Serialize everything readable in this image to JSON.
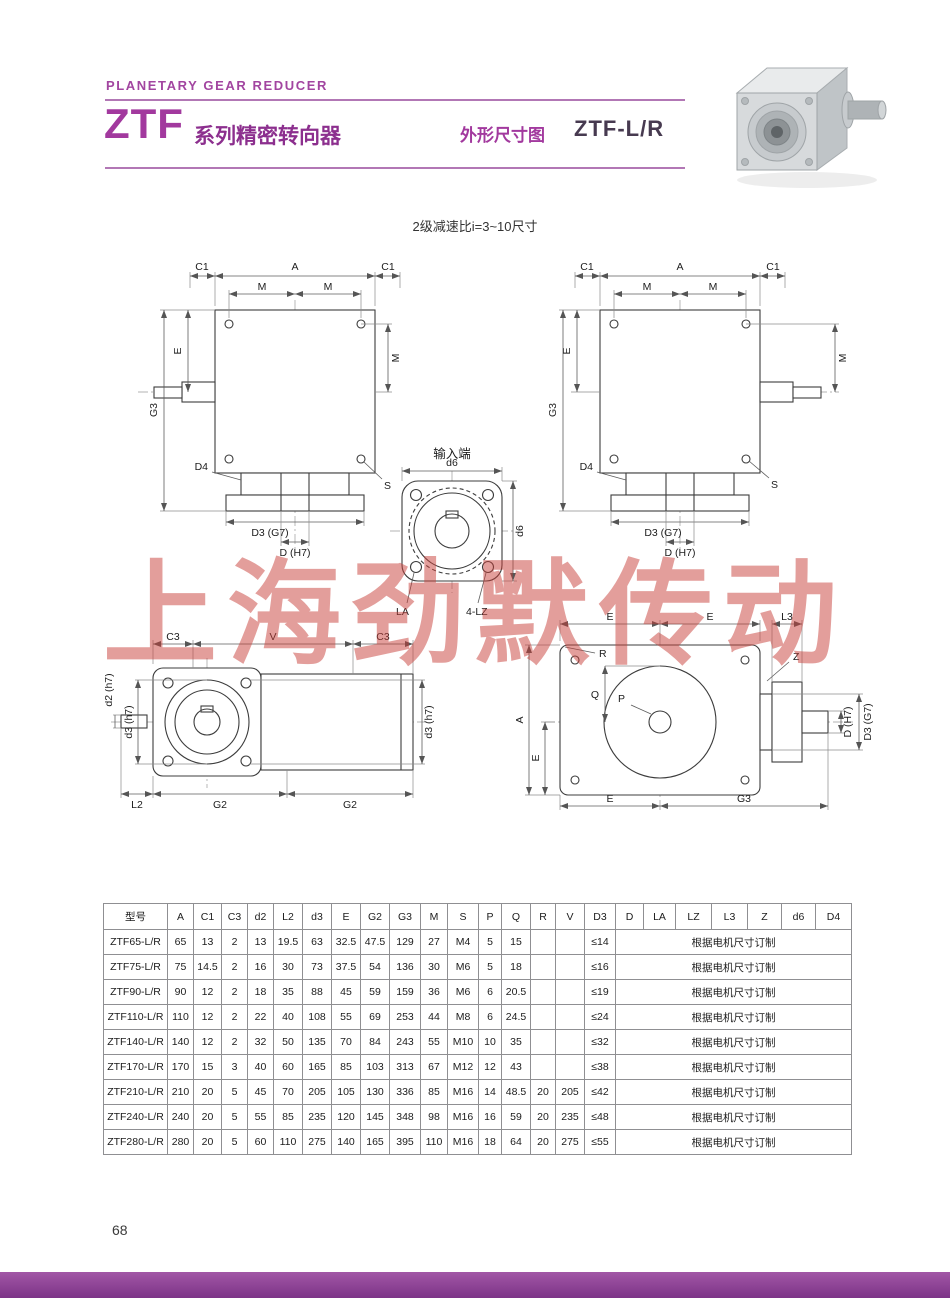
{
  "colors": {
    "accent": "#a2399e",
    "accent_dark": "#8c2f8e",
    "watermark_red": "#c73e37",
    "footer_bar": "#7c3387"
  },
  "header": {
    "eyebrow": "PLANETARY GEAR REDUCER",
    "series": "ZTF",
    "series_suffix": "系列精密转向器",
    "dim_diagram_label": "外形尺寸图",
    "model_code": "ZTF-L/R"
  },
  "note": "2级减速比i=3~10尺寸",
  "watermark": "上海劲默传动",
  "drawings": {
    "front_view": {
      "c1_left": "C1",
      "a": "A",
      "c1_right": "C1",
      "m_left": "M",
      "m_right": "M",
      "m_side": "M",
      "e": "E",
      "g3": "G3",
      "d4": "D4",
      "s": "S",
      "d3_g7": "D3 (G7)",
      "d_h7": "D (H7)"
    },
    "input_view": {
      "title": "输入端",
      "d6_top": "d6",
      "d6_right": "d6",
      "la": "LA",
      "lz": "4-LZ"
    },
    "bottom_view": {
      "c3_left": "C3",
      "v": "V",
      "c3_right": "C3",
      "d2_h7": "d2 (h7)",
      "d3_h7_left": "d3 (h7)",
      "d3_h7_right": "d3 (h7)",
      "l2": "L2",
      "g2_left": "G2",
      "g2_right": "G2"
    },
    "side_view": {
      "e_top_left": "E",
      "e_top_right": "E",
      "l3": "L3",
      "z": "Z",
      "r": "R",
      "p": "P",
      "q": "Q",
      "a": "A",
      "e_left": "E",
      "d_h7": "D (H7)",
      "d3_g7": "D3 (G7)",
      "e_bottom": "E",
      "g3": "G3"
    }
  },
  "table": {
    "headers": [
      "型号",
      "A",
      "C1",
      "C3",
      "d2",
      "L2",
      "d3",
      "E",
      "G2",
      "G3",
      "M",
      "S",
      "P",
      "Q",
      "R",
      "V",
      "D3",
      "D",
      "LA",
      "LZ",
      "L3",
      "Z",
      "d6",
      "D4"
    ],
    "rows": [
      [
        "ZTF65-L/R",
        "65",
        "13",
        "2",
        "13",
        "19.5",
        "63",
        "32.5",
        "47.5",
        "129",
        "27",
        "M4",
        "5",
        "15",
        "",
        "",
        "≤14"
      ],
      [
        "ZTF75-L/R",
        "75",
        "14.5",
        "2",
        "16",
        "30",
        "73",
        "37.5",
        "54",
        "136",
        "30",
        "M6",
        "5",
        "18",
        "",
        "",
        "≤16"
      ],
      [
        "ZTF90-L/R",
        "90",
        "12",
        "2",
        "18",
        "35",
        "88",
        "45",
        "59",
        "159",
        "36",
        "M6",
        "6",
        "20.5",
        "",
        "",
        "≤19"
      ],
      [
        "ZTF110-L/R",
        "110",
        "12",
        "2",
        "22",
        "40",
        "108",
        "55",
        "69",
        "253",
        "44",
        "M8",
        "6",
        "24.5",
        "",
        "",
        "≤24"
      ],
      [
        "ZTF140-L/R",
        "140",
        "12",
        "2",
        "32",
        "50",
        "135",
        "70",
        "84",
        "243",
        "55",
        "M10",
        "10",
        "35",
        "",
        "",
        "≤32"
      ],
      [
        "ZTF170-L/R",
        "170",
        "15",
        "3",
        "40",
        "60",
        "165",
        "85",
        "103",
        "313",
        "67",
        "M12",
        "12",
        "43",
        "",
        "",
        "≤38"
      ],
      [
        "ZTF210-L/R",
        "210",
        "20",
        "5",
        "45",
        "70",
        "205",
        "105",
        "130",
        "336",
        "85",
        "M16",
        "14",
        "48.5",
        "20",
        "205",
        "≤42"
      ],
      [
        "ZTF240-L/R",
        "240",
        "20",
        "5",
        "55",
        "85",
        "235",
        "120",
        "145",
        "348",
        "98",
        "M16",
        "16",
        "59",
        "20",
        "235",
        "≤48"
      ],
      [
        "ZTF280-L/R",
        "280",
        "20",
        "5",
        "60",
        "110",
        "275",
        "140",
        "165",
        "395",
        "110",
        "M16",
        "18",
        "64",
        "20",
        "275",
        "≤55"
      ]
    ],
    "merged_note": "根据电机尺寸订制",
    "merged_colspan": 7
  },
  "footer": {
    "page_number": "68"
  }
}
